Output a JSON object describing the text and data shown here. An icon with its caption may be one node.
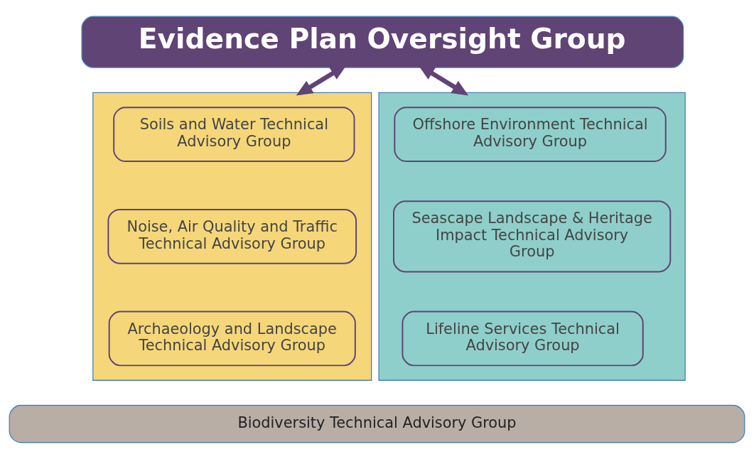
{
  "diagram": {
    "nodes": [
      {
        "text": [
          "Evidence Plan Oversight Group"
        ]
      },
      {
        "text": [],
        "shape": "box"
      },
      {
        "text": [
          "Soils and Water Technical Advisory Group"
        ],
        "in": 1
      },
      {
        "text": [
          "Noise, Air Quality and Traffic Technical Advisory Group"
        ],
        "in": 1
      },
      {
        "text": [
          "Archaeology and Landscape Technical Advisory Group"
        ],
        "in": 1
      },
      {
        "text": [],
        "shape": "box"
      },
      {
        "text": [
          "Offshore Environment Technical Advisory Group"
        ],
        "in": 5
      },
      {
        "text": [
          "Seascape Landscape & Heritage Impact Technical Advisory Group"
        ],
        "in": 5
      },
      {
        "text": [
          "Lifeline Services Technical Advisory Group"
        ],
        "in": 5
      },
      {
        "text": [
          "Biodiversity Technical Advisory Group"
        ]
      }
    ],
    "edges": [
      {
        "from": 0,
        "to": 1,
        "arrow": "both"
      },
      {
        "from": 0,
        "to": 5,
        "arrow": "both"
      }
    ]
  }
}
